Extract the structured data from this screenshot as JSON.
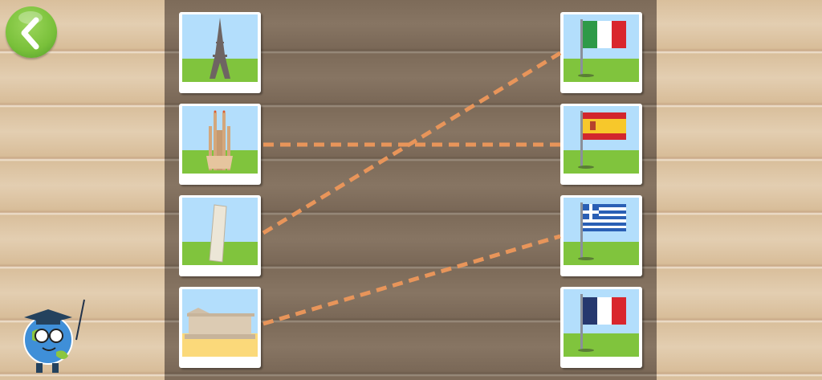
{
  "colors": {
    "line": "#e8955a",
    "sky": "#b3defc",
    "grass": "#80c43d",
    "sand": "#fbd97a",
    "back_button": "#79c03a"
  },
  "back_button": {
    "icon": "chevron-left-icon"
  },
  "mascot": {
    "icon": "globe-teacher-mascot"
  },
  "landmarks": [
    {
      "name": "eiffel-tower",
      "icon": "eiffel-tower-icon"
    },
    {
      "name": "sagrada-familia",
      "icon": "sagrada-familia-icon"
    },
    {
      "name": "leaning-tower-of-pisa",
      "icon": "pisa-tower-icon"
    },
    {
      "name": "parthenon",
      "icon": "parthenon-icon"
    }
  ],
  "flags": [
    {
      "name": "italy",
      "icon": "italy-flag-icon"
    },
    {
      "name": "spain",
      "icon": "spain-flag-icon"
    },
    {
      "name": "greece",
      "icon": "greece-flag-icon"
    },
    {
      "name": "france",
      "icon": "france-flag-icon"
    }
  ],
  "connections": [
    {
      "landmark": 1,
      "flag": 1
    },
    {
      "landmark": 2,
      "flag": 0
    },
    {
      "landmark": 3,
      "flag": 2
    }
  ]
}
